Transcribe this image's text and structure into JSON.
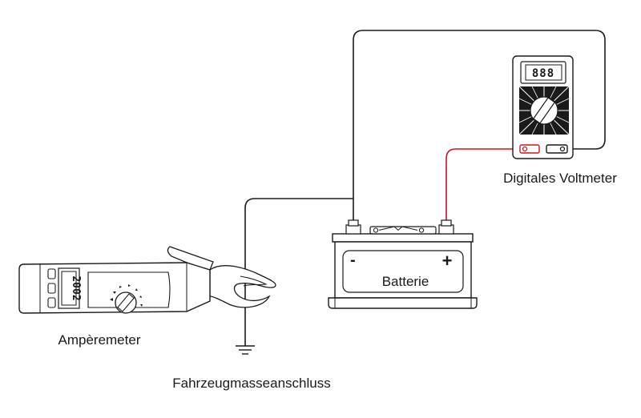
{
  "labels": {
    "voltmeter": "Digitales Voltmeter",
    "battery": "Batterie",
    "ammeter": "Ampèremeter",
    "ground": "Fahrzeugmasseanschluss",
    "battery_minus": "-",
    "battery_plus": "+"
  },
  "displays": {
    "voltmeter_digits": "888",
    "ammeter_digits": "2002"
  },
  "colors": {
    "wire": "#1a1a1a",
    "positive_wire": "#c8161d",
    "background": "#ffffff"
  }
}
